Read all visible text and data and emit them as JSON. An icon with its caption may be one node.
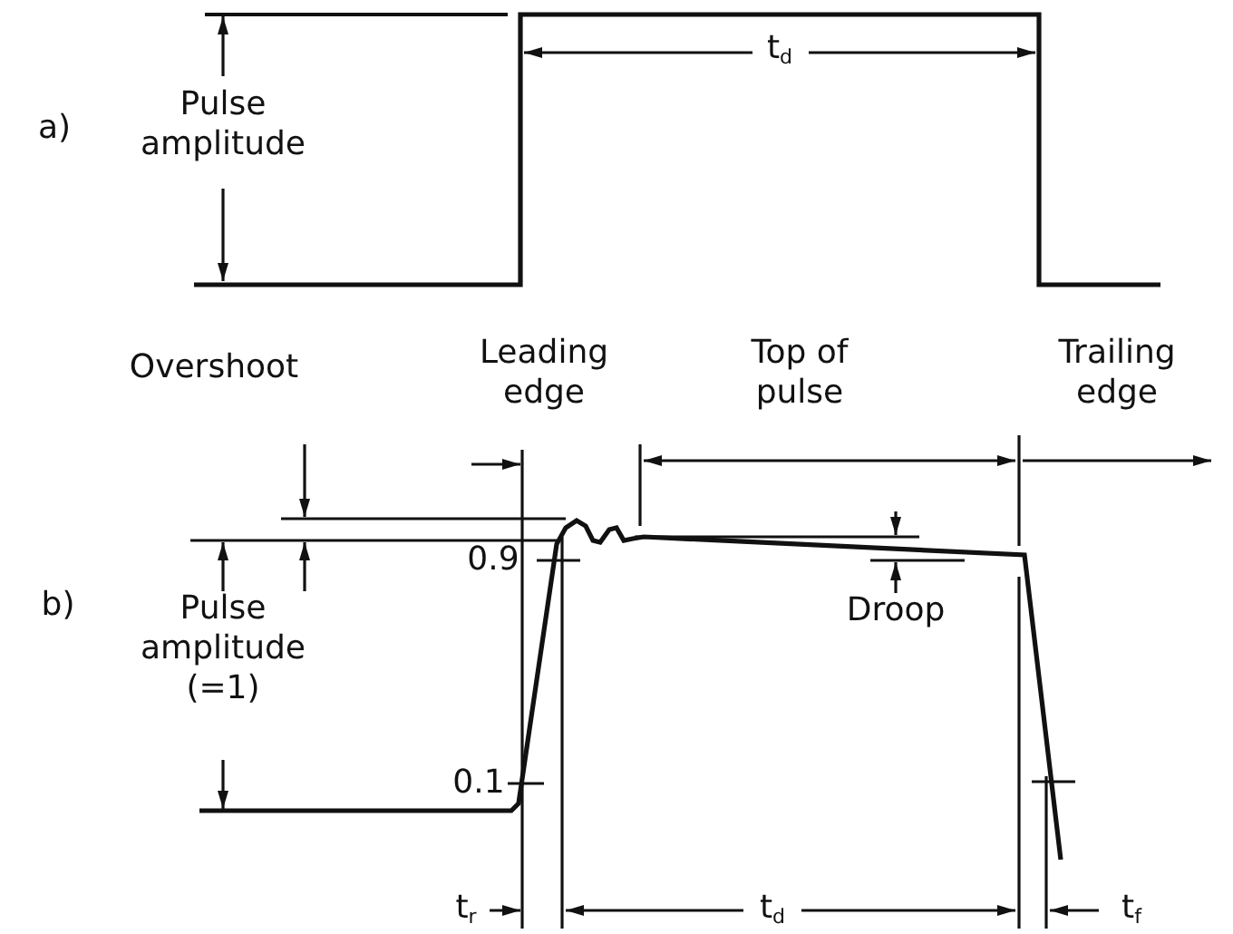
{
  "diagram": {
    "labels": [
      "a)",
      "Pulse amplitude",
      "t$_{d}$",
      "Leading edge",
      "Top of pulse",
      "Trailing edge",
      "Overshoot",
      "0.9",
      "b)",
      "Pulse amplitude (=1)",
      "Droop",
      "0.1",
      "t$_{r}$",
      "t$_{d}$",
      "t$_{f}$"
    ]
  }
}
